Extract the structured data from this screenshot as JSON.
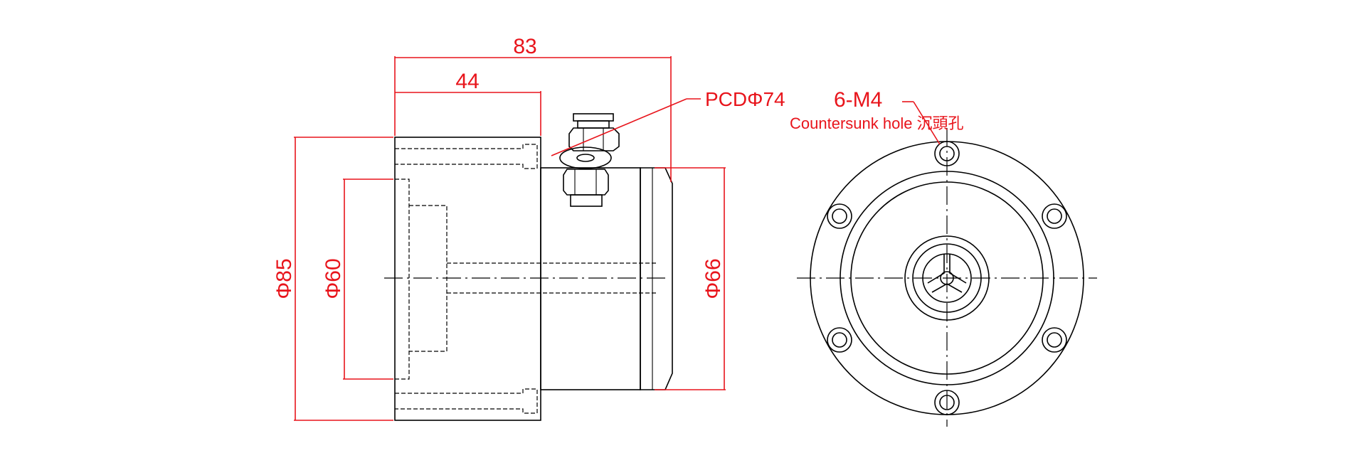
{
  "dimensions": {
    "overall_length": "83",
    "body_length": "44",
    "outer_diameter": "Φ85",
    "bore_diameter": "Φ60",
    "shaft_diameter": "Φ66"
  },
  "callouts": {
    "pcd": "PCDΦ74",
    "hole_spec": "6-M4",
    "hole_note": "Countersunk hole 沉頭孔"
  },
  "colors": {
    "dimension": "#e8141b",
    "outline": "#000000",
    "background": "#ffffff"
  }
}
